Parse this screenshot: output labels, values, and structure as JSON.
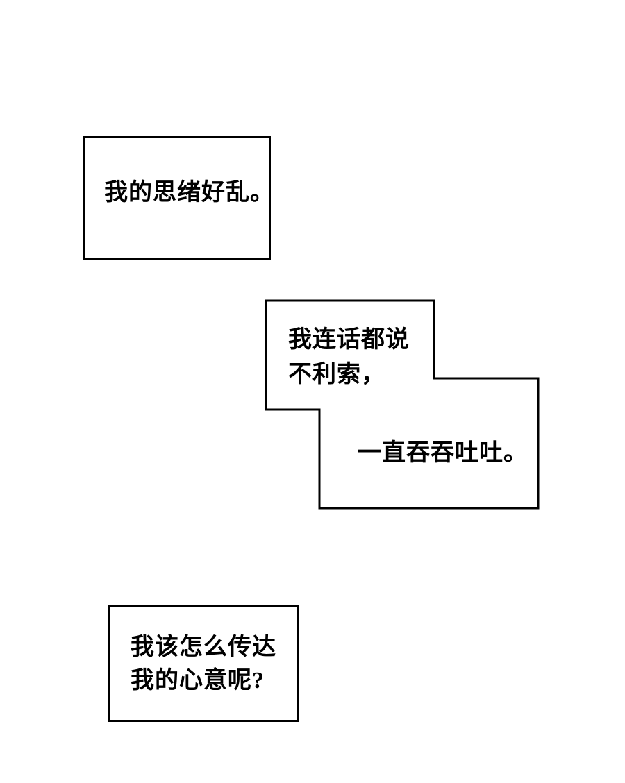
{
  "colors": {
    "paper": "#ffffff",
    "ink": "#000000"
  },
  "panels": {
    "thought1": {
      "lines": [
        "我的思绪好乱。"
      ]
    },
    "thought2_upper": {
      "lines": [
        "我连话都说",
        "不利索，"
      ]
    },
    "thought2_lower": {
      "lines": [
        "一直吞吞吐吐。"
      ]
    },
    "thought3": {
      "lines": [
        "我该怎么传达",
        "我的心意呢?"
      ]
    }
  }
}
